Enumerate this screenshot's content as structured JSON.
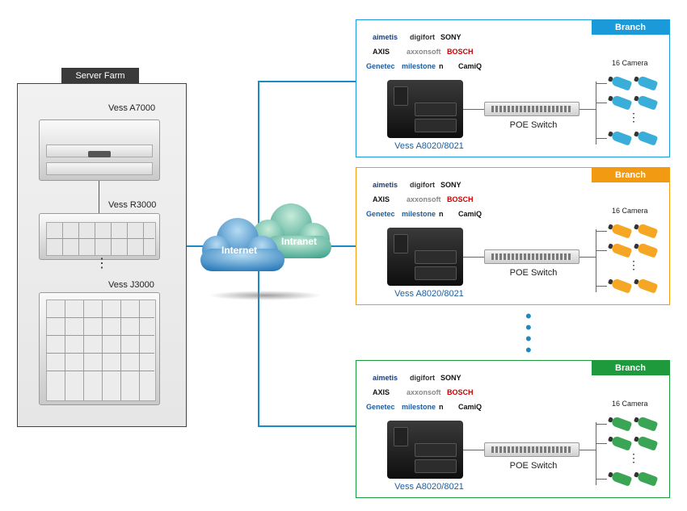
{
  "server_farm": {
    "title": "Server Farm",
    "servers": [
      {
        "label": "Vess A7000"
      },
      {
        "label": "Vess R3000"
      },
      {
        "label": "Vess J3000"
      }
    ],
    "ellipsis": "⋮"
  },
  "network": {
    "internet_label": "Internet",
    "intranet_label": "Intranet",
    "line_color": "#1a8ac7"
  },
  "branches": [
    {
      "tag": "Branch",
      "color": "#1a9ad9",
      "nas_label": "Vess A8020/8021",
      "switch_label": "POE Switch",
      "camera_label": "16 Camera",
      "camera_color": "#3aaed8",
      "ellipsis": "⋮"
    },
    {
      "tag": "Branch",
      "color": "#f29a12",
      "nas_label": "Vess A8020/8021",
      "switch_label": "POE Switch",
      "camera_label": "16 Camera",
      "camera_color": "#f5a623",
      "ellipsis": "⋮"
    },
    {
      "tag": "Branch",
      "color": "#1e9a3c",
      "nas_label": "Vess A8020/8021",
      "switch_label": "POE Switch",
      "camera_label": "16 Camera",
      "camera_color": "#3aa655",
      "ellipsis": "⋮"
    }
  ],
  "partner_logos": [
    "aimetis",
    "digifort",
    "SONY",
    "AXIS",
    "axxonsoft",
    "BOSCH",
    "Genetec",
    "milestone",
    "n",
    "CamiQ"
  ],
  "between_branches_ellipsis": "•"
}
